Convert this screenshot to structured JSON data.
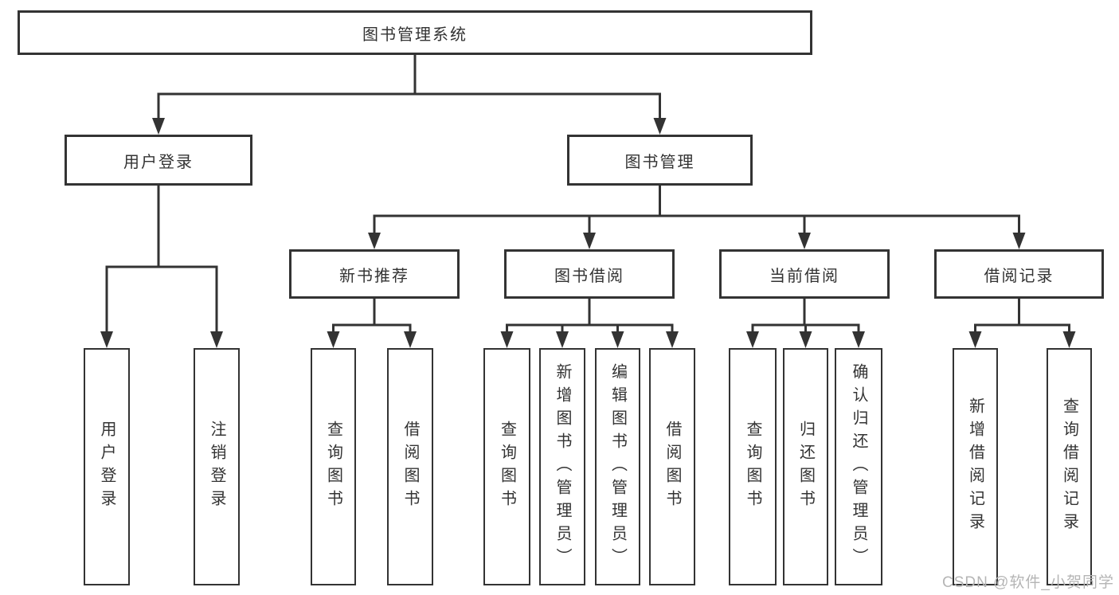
{
  "title": "图书管理系统",
  "nodes": {
    "root": {
      "label": "图书管理系统"
    },
    "user_login": {
      "label": "用户登录"
    },
    "book_mgmt": {
      "label": "图书管理"
    },
    "new_book": {
      "label": "新书推荐"
    },
    "book_borrow": {
      "label": "图书借阅"
    },
    "current_borrow": {
      "label": "当前借阅"
    },
    "borrow_record": {
      "label": "借阅记录"
    }
  },
  "leaves": {
    "user_login": [
      "用户登录",
      "注销登录"
    ],
    "new_book": [
      "查询图书",
      "借阅图书"
    ],
    "book_borrow": [
      "查询图书",
      "新增图书（管理员）",
      "编辑图书（管理员）",
      "借阅图书"
    ],
    "current_borrow": [
      "查询图书",
      "归还图书",
      "确认归还（管理员）"
    ],
    "borrow_record": [
      "新增借阅记录",
      "查询借阅记录"
    ]
  },
  "watermark": "CSDN @软件_小贺同学",
  "colors": {
    "line": "#333333",
    "text": "#333333",
    "background": "#ffffff",
    "watermark": "#b5b5b5"
  }
}
